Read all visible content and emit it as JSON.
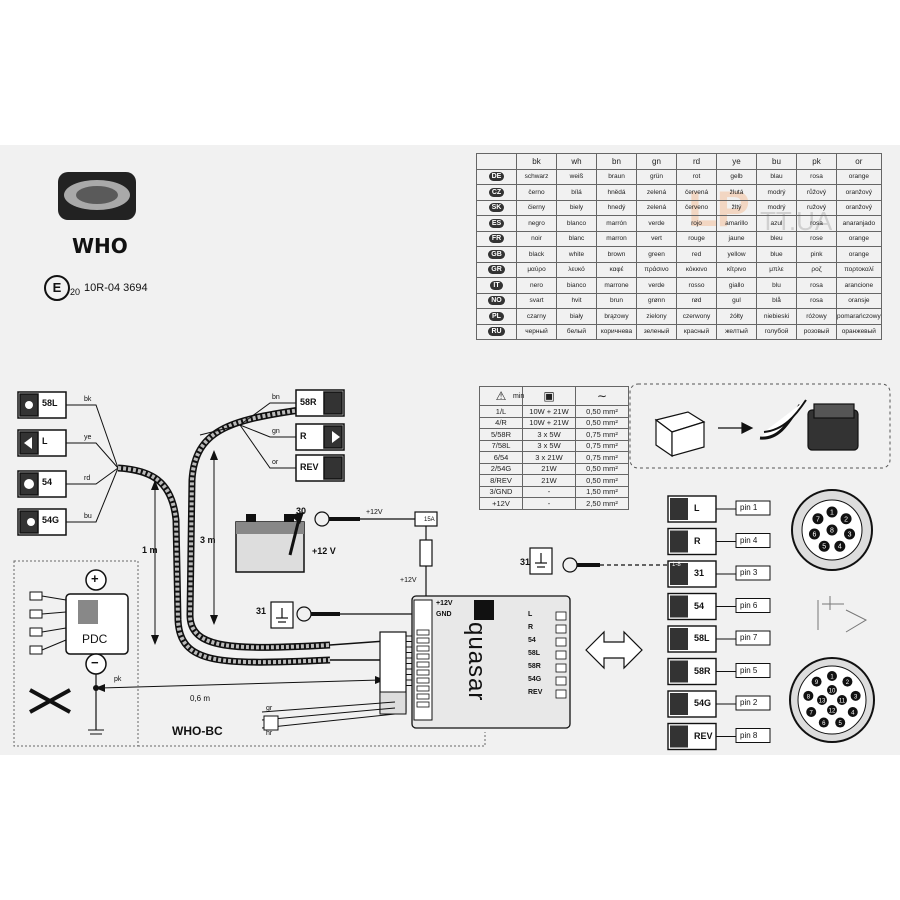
{
  "title": "WHO",
  "approval": {
    "mark": "E",
    "number": "20",
    "code": "10R-04 3694"
  },
  "color_table": {
    "headers": [
      "bk",
      "wh",
      "bn",
      "gn",
      "rd",
      "ye",
      "bu",
      "pk",
      "or"
    ],
    "rows": [
      {
        "lang": "DE",
        "cells": [
          "schwarz",
          "weiß",
          "braun",
          "grün",
          "rot",
          "gelb",
          "blau",
          "rosa",
          "orange"
        ]
      },
      {
        "lang": "CZ",
        "cells": [
          "černo",
          "bílá",
          "hnědá",
          "zelená",
          "červená",
          "žlutá",
          "modrý",
          "růžový",
          "oranžový"
        ]
      },
      {
        "lang": "SK",
        "cells": [
          "čierny",
          "biely",
          "hnedý",
          "zelená",
          "červeno",
          "žltý",
          "modrý",
          "ružový",
          "oranžový"
        ]
      },
      {
        "lang": "ES",
        "cells": [
          "negro",
          "blanco",
          "marrón",
          "verde",
          "rojo",
          "amarillo",
          "azul",
          "rosa",
          "anaranjado"
        ]
      },
      {
        "lang": "FR",
        "cells": [
          "noir",
          "blanc",
          "marron",
          "vert",
          "rouge",
          "jaune",
          "bleu",
          "rose",
          "orange"
        ]
      },
      {
        "lang": "GB",
        "cells": [
          "black",
          "white",
          "brown",
          "green",
          "red",
          "yellow",
          "blue",
          "pink",
          "orange"
        ]
      },
      {
        "lang": "GR",
        "cells": [
          "μαύρο",
          "λευκό",
          "καφέ",
          "πράσινο",
          "κόκκινο",
          "κίτρινο",
          "μπλε",
          "ροζ",
          "πορτοκαλί"
        ]
      },
      {
        "lang": "IT",
        "cells": [
          "nero",
          "bianco",
          "marrone",
          "verde",
          "rosso",
          "giallo",
          "blu",
          "rosa",
          "arancione"
        ]
      },
      {
        "lang": "NO",
        "cells": [
          "svart",
          "hvit",
          "brun",
          "grønn",
          "rød",
          "gul",
          "blå",
          "rosa",
          "oransje"
        ]
      },
      {
        "lang": "PL",
        "cells": [
          "czarny",
          "biały",
          "brązowy",
          "zielony",
          "czerwony",
          "żółty",
          "niebieski",
          "różowy",
          "pomarańczowy"
        ]
      },
      {
        "lang": "RU",
        "cells": [
          "черный",
          "белый",
          "коричнева",
          "зеленый",
          "красный",
          "желтый",
          "голубой",
          "розовый",
          "оранжевый"
        ]
      }
    ]
  },
  "bulb_table": {
    "header_min": "min",
    "rows": [
      [
        "1/L",
        "10W + 21W",
        "0,50 mm²"
      ],
      [
        "4/R",
        "10W + 21W",
        "0,50 mm²"
      ],
      [
        "5/58R",
        "3 x 5W",
        "0,75 mm²"
      ],
      [
        "7/58L",
        "3 x 5W",
        "0,75 mm²"
      ],
      [
        "6/54",
        "3 x 21W",
        "0,75 mm²"
      ],
      [
        "2/54G",
        "21W",
        "0,50 mm²"
      ],
      [
        "8/REV",
        "21W",
        "0,50 mm²"
      ],
      [
        "3/GND",
        "-",
        "1,50 mm²"
      ],
      [
        "+12V",
        "-",
        "2,50 mm²"
      ]
    ]
  },
  "left_inputs": [
    {
      "label": "58L",
      "wire": "bk"
    },
    {
      "label": "L",
      "wire": "ye"
    },
    {
      "label": "54",
      "wire": "rd"
    },
    {
      "label": "54G",
      "wire": "bu"
    }
  ],
  "right_inputs": [
    {
      "label": "58R",
      "wire": "bn"
    },
    {
      "label": "R",
      "wire": "gn"
    },
    {
      "label": "REV",
      "wire": "or"
    }
  ],
  "lengths": {
    "one": "1 m",
    "three": "3 m",
    "short": "0,6 m"
  },
  "battery": {
    "terminal": "30",
    "voltage": "+12 V",
    "fuse": "15A",
    "plus12": "+12V",
    "plus12b": "+12V"
  },
  "ground": {
    "label": "31",
    "label2": "31"
  },
  "module": {
    "brand": "quasar",
    "top_labels": [
      "+12V",
      "GND"
    ],
    "outputs": [
      "L",
      "R",
      "54",
      "58L",
      "58R",
      "54G",
      "REV"
    ]
  },
  "pdc": {
    "label": "PDC",
    "plus": "+",
    "minus": "−",
    "wire": "pk"
  },
  "bc": {
    "label": "WHO-BC",
    "wire1": "gr",
    "wire2": "hr"
  },
  "pins": [
    {
      "label": "L",
      "pin": "pin 1"
    },
    {
      "label": "R",
      "pin": "pin 4"
    },
    {
      "label": "31",
      "pin": "pin 3",
      "tag": "1-8"
    },
    {
      "label": "54",
      "pin": "pin 6"
    },
    {
      "label": "58L",
      "pin": "pin 7"
    },
    {
      "label": "58R",
      "pin": "pin 5"
    },
    {
      "label": "54G",
      "pin": "pin 2"
    },
    {
      "label": "REV",
      "pin": "pin 8"
    }
  ],
  "socket7": [
    "1",
    "2",
    "3",
    "4",
    "5",
    "6",
    "7",
    "8"
  ],
  "socket13": [
    "1",
    "2",
    "3",
    "4",
    "5",
    "6",
    "7",
    "8",
    "9",
    "10",
    "11",
    "12",
    "13"
  ],
  "watermark": "LP TT.UA"
}
